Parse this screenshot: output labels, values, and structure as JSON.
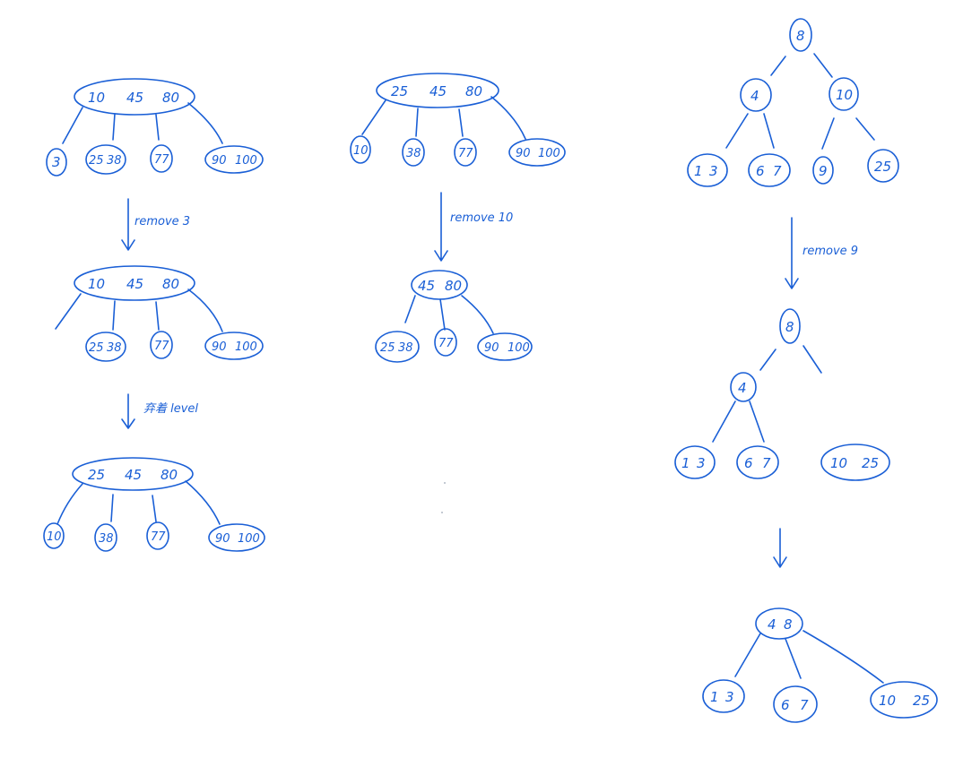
{
  "colors": {
    "ink": "#1a5fd6",
    "background": "#ffffff"
  },
  "left_column": {
    "tree_a": {
      "root": [
        "10",
        "45",
        "80"
      ],
      "children": [
        [
          "3"
        ],
        [
          "25",
          "38"
        ],
        [
          "77"
        ],
        [
          "90",
          "100"
        ]
      ]
    },
    "arrow_a_label": "remove 3",
    "tree_b": {
      "root": [
        "10",
        "45",
        "80"
      ],
      "children": [
        [
          "25",
          "38"
        ],
        [
          "77"
        ],
        [
          "90",
          "100"
        ]
      ]
    },
    "arrow_b_label": "弃着 level",
    "tree_c": {
      "root": [
        "25",
        "45",
        "80"
      ],
      "children": [
        [
          "10"
        ],
        [
          "38"
        ],
        [
          "77"
        ],
        [
          "90",
          "100"
        ]
      ]
    }
  },
  "middle_column": {
    "tree_a": {
      "root": [
        "25",
        "45",
        "80"
      ],
      "children": [
        [
          "10"
        ],
        [
          "38"
        ],
        [
          "77"
        ],
        [
          "90",
          "100"
        ]
      ]
    },
    "arrow_a_label": "remove 10",
    "tree_b": {
      "root": [
        "45",
        "80"
      ],
      "children": [
        [
          "25",
          "38"
        ],
        [
          "77"
        ],
        [
          "90",
          "100"
        ]
      ]
    }
  },
  "right_column": {
    "tree_a": {
      "root": "8",
      "level1": [
        "4",
        "10"
      ],
      "leaves": [
        [
          "1",
          "3"
        ],
        [
          "6",
          "7"
        ],
        [
          "9"
        ],
        [
          "25"
        ]
      ]
    },
    "arrow_a_label": "remove 9",
    "tree_b": {
      "root": "8",
      "level1": [
        "4"
      ],
      "leaves": [
        [
          "1",
          "3"
        ],
        [
          "6",
          "7"
        ],
        [
          "10",
          "25"
        ]
      ]
    },
    "tree_c": {
      "root": [
        "4",
        "8"
      ],
      "leaves": [
        [
          "1",
          "3"
        ],
        [
          "6",
          "7"
        ],
        [
          "10",
          "25"
        ]
      ]
    }
  }
}
